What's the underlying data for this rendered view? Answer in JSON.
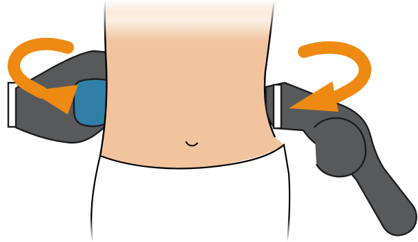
{
  "colors": {
    "background": "#ffffff",
    "skin": "#f2c49e",
    "skin_outline": "#000000",
    "device_body": "#58595b",
    "device_outline": "#1d1d1d",
    "pad_blue": "#2f7fa7",
    "arrow_orange": "#ee8a12",
    "clothing": "#ffffff"
  },
  "icons": {
    "left_arrow": "curved-arrow-down-right",
    "right_arrow": "curved-arrow-down-left",
    "navel": "navel-curve"
  }
}
